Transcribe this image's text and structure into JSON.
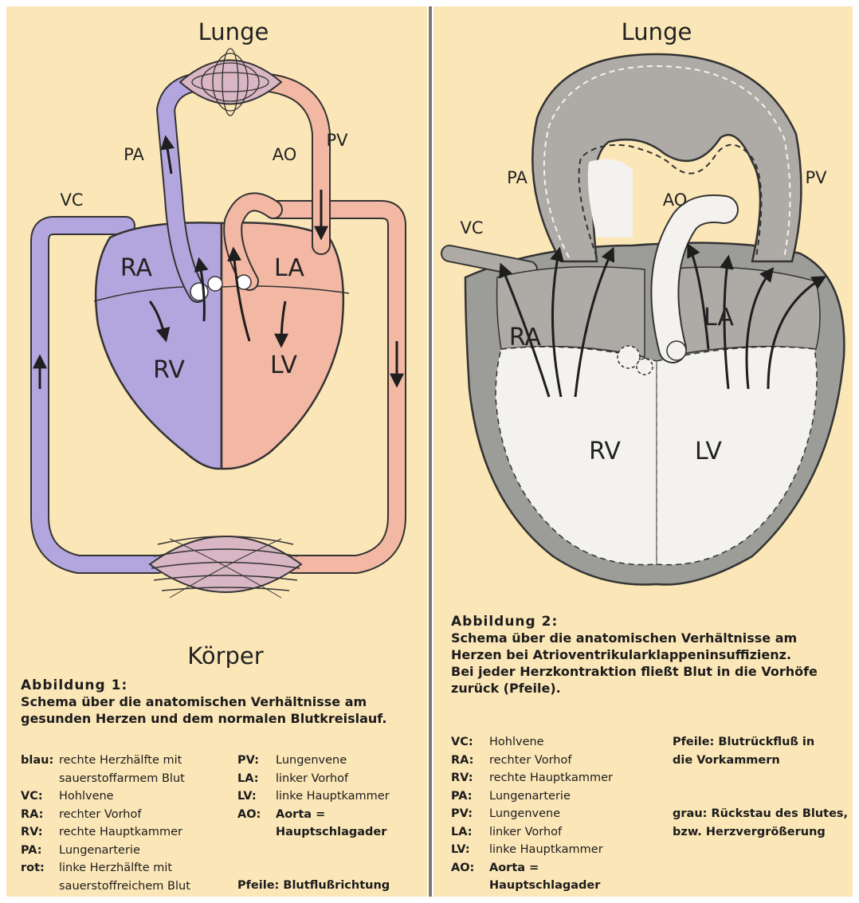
{
  "figure1": {
    "top_label": "Lunge",
    "bottom_label": "Körper",
    "vessel_labels": {
      "pa": "PA",
      "ao": "AO",
      "pv": "PV",
      "vc": "VC"
    },
    "chamber_labels": {
      "ra": "RA",
      "la": "LA",
      "rv": "RV",
      "lv": "LV"
    },
    "caption_title": "Abbildung 1:",
    "caption_lines": [
      "Schema über die anatomischen Verhältnisse am",
      "gesunden Herzen und dem normalen Blutkreislauf."
    ],
    "legend_left": [
      {
        "key": "blau:",
        "value": "rechte Herzhälfte mit"
      },
      {
        "key": "",
        "value": "sauerstoffarmem Blut"
      },
      {
        "key": "VC:",
        "value": "Hohlvene"
      },
      {
        "key": "RA:",
        "value": "rechter Vorhof"
      },
      {
        "key": "RV:",
        "value": "rechte Hauptkammer"
      },
      {
        "key": "PA:",
        "value": "Lungenarterie"
      },
      {
        "key": "rot:",
        "value": "linke Herzhälfte mit"
      },
      {
        "key": "",
        "value": "sauerstoffreichem Blut"
      }
    ],
    "legend_right": [
      {
        "key": "PV:",
        "value": "Lungenvene"
      },
      {
        "key": "LA:",
        "value": "linker Vorhof"
      },
      {
        "key": "LV:",
        "value": "linke Hauptkammer"
      },
      {
        "key": "AO:",
        "value": "Aorta ="
      },
      {
        "key": "",
        "value": "Hauptschlagader"
      }
    ],
    "arrow_note": "Pfeile: Blutflußrichtung",
    "colors": {
      "right_side": "#b3a6de",
      "left_side": "#f3b8a4",
      "outline": "#333333"
    }
  },
  "figure2": {
    "top_label": "Lunge",
    "vessel_labels": {
      "pa": "PA",
      "ao": "AO",
      "pv": "PV",
      "vc": "VC"
    },
    "chamber_labels": {
      "ra": "RA",
      "la": "LA",
      "rv": "RV",
      "lv": "LV"
    },
    "caption_title": "Abbildung 2:",
    "caption_lines": [
      "Schema über die anatomischen Verhältnisse am",
      "Herzen bei Atrioventrikularklappeninsuffizienz.",
      "Bei jeder Herzkontraktion fließt Blut in die Vorhöfe",
      "zurück (Pfeile)."
    ],
    "legend_left": [
      {
        "key": "VC:",
        "value": "Hohlvene"
      },
      {
        "key": "RA:",
        "value": "rechter Vorhof"
      },
      {
        "key": "RV:",
        "value": "rechte Hauptkammer"
      },
      {
        "key": "PA:",
        "value": "Lungenarterie"
      },
      {
        "key": "PV:",
        "value": "Lungenvene"
      },
      {
        "key": "LA:",
        "value": "linker Vorhof"
      },
      {
        "key": "LV:",
        "value": "linke Hauptkammer"
      },
      {
        "key": "AO:",
        "value": "Aorta ="
      },
      {
        "key": "",
        "value": "Hauptschlagader"
      }
    ],
    "note_arrows": [
      "Pfeile: Blutrückfluß in",
      "die Vorkammern"
    ],
    "note_grey": [
      "grau: Rückstau des Blutes,",
      "bzw. Herzvergrößerung"
    ],
    "colors": {
      "congestion": "#9c9c98",
      "chamber": "#f4f2ee",
      "outline": "#333333"
    }
  }
}
